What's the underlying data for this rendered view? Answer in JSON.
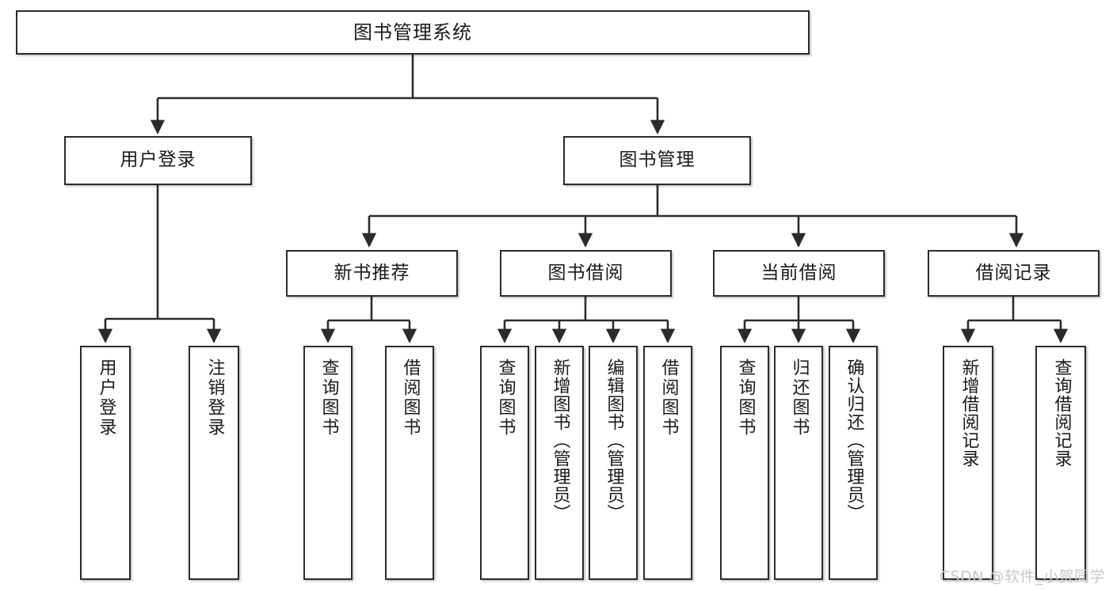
{
  "diagram": {
    "title": "图书管理系统",
    "type": "hierarchy-tree",
    "watermark": "CSDN @软件_小贺同学",
    "colors": {
      "node_border": "#2b2b2b",
      "node_fill": "#ffffff",
      "edge": "#2b2b2b",
      "text": "#1a1a1a",
      "watermark": "#c7c7c7"
    },
    "nodes": {
      "root": {
        "label": "图书管理系统"
      },
      "level2": [
        {
          "id": "user-login",
          "label": "用户登录"
        },
        {
          "id": "book-manage",
          "label": "图书管理"
        }
      ],
      "level3": [
        {
          "id": "new-book-recommend",
          "label": "新书推荐"
        },
        {
          "id": "book-borrow",
          "label": "图书借阅"
        },
        {
          "id": "current-borrow",
          "label": "当前借阅"
        },
        {
          "id": "borrow-record",
          "label": "借阅记录"
        }
      ],
      "leaves": {
        "user_login": [
          {
            "id": "leaf-user-login",
            "label": "用户登录"
          },
          {
            "id": "leaf-logout-login",
            "label": "注销登录"
          }
        ],
        "new_book_recommend": [
          {
            "id": "leaf-query-book-1",
            "label": "查询图书"
          },
          {
            "id": "leaf-borrow-book-1",
            "label": "借阅图书"
          }
        ],
        "book_borrow": [
          {
            "id": "leaf-query-book-2",
            "label": "查询图书"
          },
          {
            "id": "leaf-add-book",
            "label": "新增图书（管理员）"
          },
          {
            "id": "leaf-edit-book",
            "label": "编辑图书（管理员）"
          },
          {
            "id": "leaf-borrow-book-2",
            "label": "借阅图书"
          }
        ],
        "current_borrow": [
          {
            "id": "leaf-query-book-3",
            "label": "查询图书"
          },
          {
            "id": "leaf-return-book",
            "label": "归还图书"
          },
          {
            "id": "leaf-confirm-return",
            "label": "确认归还（管理员）"
          }
        ],
        "borrow_record": [
          {
            "id": "leaf-add-record",
            "label": "新增借阅记录"
          },
          {
            "id": "leaf-query-record",
            "label": "查询借阅记录"
          }
        ]
      }
    }
  }
}
